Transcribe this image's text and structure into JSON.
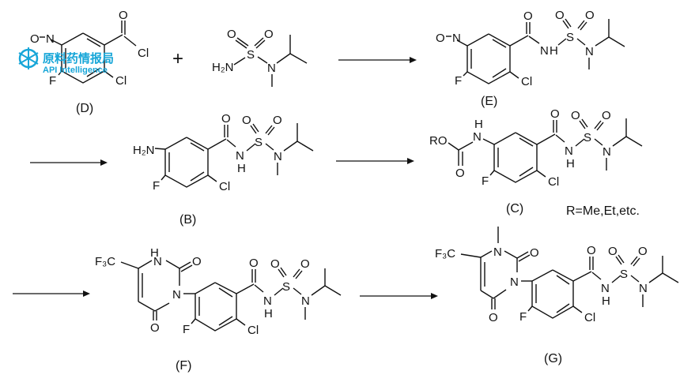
{
  "compounds": [
    {
      "id": "D",
      "label": "(D)",
      "atoms": [
        "O",
        "Cl",
        "O",
        "N",
        "F",
        "Cl"
      ]
    },
    {
      "id": "sulfamide",
      "atoms": [
        "O",
        "O",
        "H₂N",
        "S",
        "N"
      ]
    },
    {
      "id": "E",
      "label": "(E)",
      "atoms": [
        "O",
        "O",
        "O",
        "O",
        "N",
        "H",
        "S",
        "N",
        "F",
        "Cl"
      ]
    },
    {
      "id": "B",
      "label": "(B)",
      "atoms": [
        "H₂N",
        "O",
        "O",
        "O",
        "N",
        "H",
        "S",
        "N",
        "F",
        "Cl"
      ]
    },
    {
      "id": "C",
      "label": "(C)",
      "atoms": [
        "RO",
        "N",
        "H",
        "O",
        "O",
        "O",
        "O",
        "N",
        "H",
        "S",
        "N",
        "F",
        "Cl"
      ]
    },
    {
      "id": "F",
      "label": "(F)",
      "atoms": [
        "F₃C",
        "H",
        "N",
        "O",
        "N",
        "O",
        "O",
        "O",
        "O",
        "N",
        "H",
        "S",
        "N",
        "F",
        "Cl"
      ]
    },
    {
      "id": "G",
      "label": "(G)",
      "atoms": [
        "F₃C",
        "N",
        "O",
        "N",
        "O",
        "O",
        "O",
        "O",
        "N",
        "H",
        "S",
        "N",
        "F",
        "Cl"
      ]
    }
  ],
  "operators": {
    "plus": "+"
  },
  "r_group_note": "R=Me,Et,etc.",
  "watermark": {
    "chinese": "原料药情报局",
    "english": "API Intelligence",
    "color": "#17a6d8"
  }
}
